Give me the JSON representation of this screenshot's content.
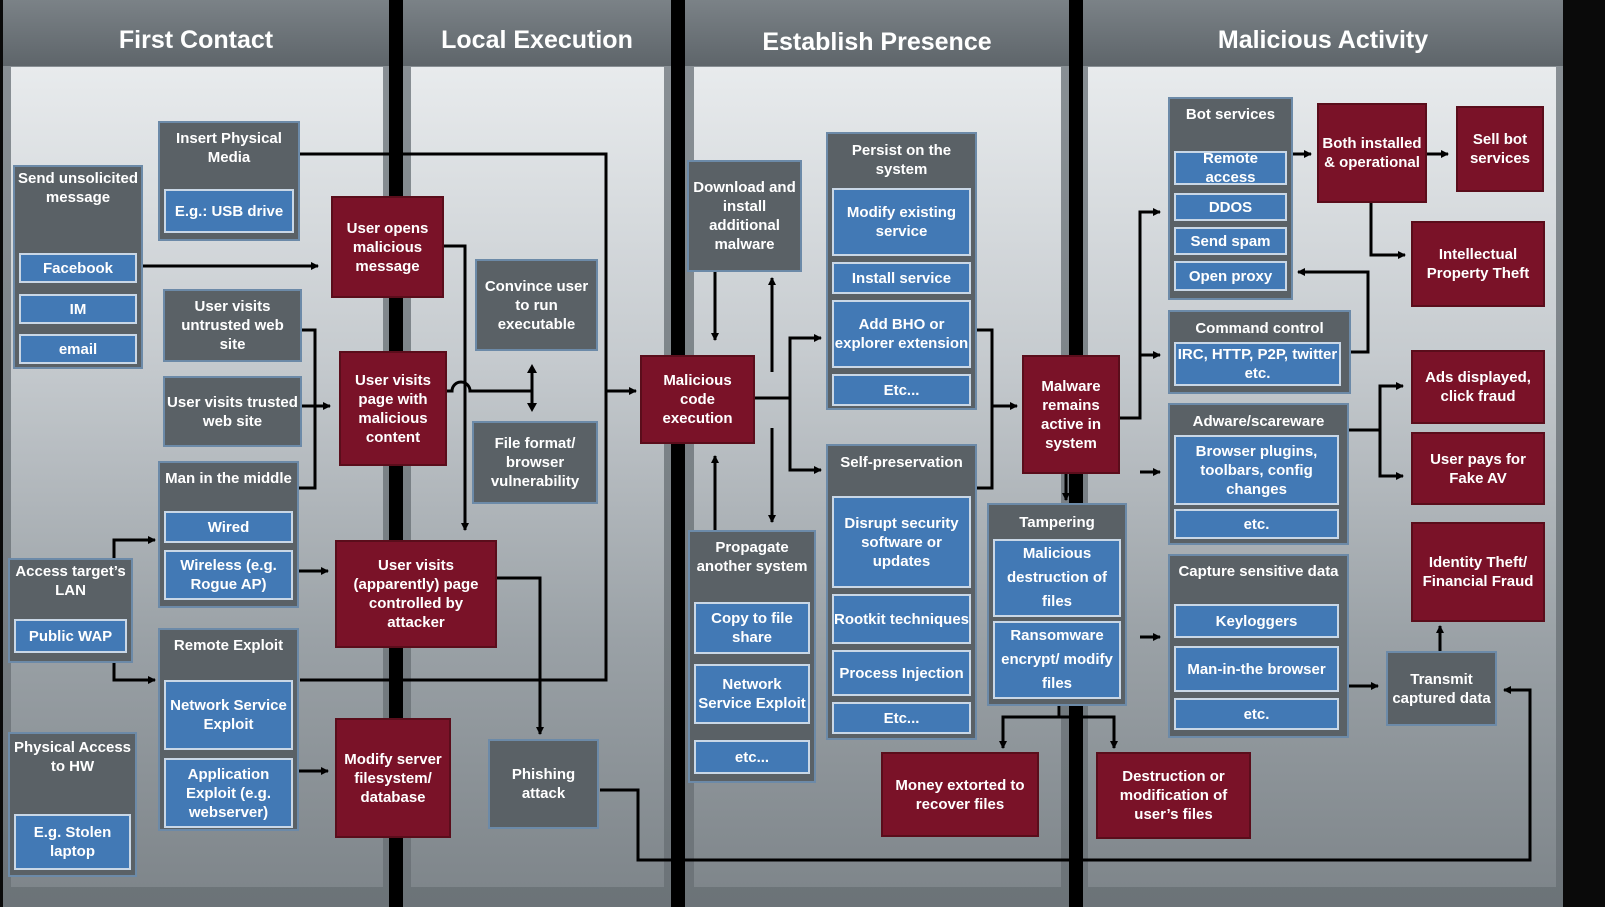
{
  "columns": {
    "first_contact": "First Contact",
    "local_execution": "Local Execution",
    "establish_presence": "Establish Presence",
    "malicious_activity": "Malicious Activity"
  },
  "first_contact": {
    "send_unsolicited": "Send unsolicited message",
    "facebook": "Facebook",
    "im": "IM",
    "email": "email",
    "insert_media": "Insert Physical Media",
    "usb": "E.g.: USB drive",
    "untrusted": "User visits untrusted web site",
    "trusted": "User visits trusted web site",
    "mitm": "Man in the middle",
    "wired": "Wired",
    "wireless": "Wireless (e.g. Rogue AP)",
    "access_lan": "Access target’s LAN",
    "public_wap": "Public WAP",
    "remote_exploit": "Remote Exploit",
    "network_service_exploit": "Network Service Exploit",
    "app_exploit": "Application Exploit (e.g. webserver)",
    "physical_access": "Physical Access to HW",
    "stolen_laptop": "E.g. Stolen laptop"
  },
  "local_execution": {
    "opens_message": "User opens malicious message",
    "visits_page": "User visits page with malicious content",
    "visits_controlled": "User visits (apparently) page controlled by attacker",
    "modify_server": "Modify server filesystem/ database",
    "convince_user": "Convince user to run executable",
    "file_format": "File format/ browser vulnerability",
    "phishing": "Phishing attack"
  },
  "establish_presence": {
    "malicious_code": "Malicious code execution",
    "download_install": "Download and install additional malware",
    "propagate": "Propagate another system",
    "copy_share": "Copy to file share",
    "network_service_exploit": "Network Service Exploit",
    "etc": "etc...",
    "persist": "Persist on the system",
    "modify_service": "Modify existing service",
    "install_service": "Install service",
    "add_bho": "Add BHO or explorer extension",
    "persist_etc": "Etc...",
    "self_preservation": "Self-preservation",
    "disrupt": "Disrupt security software or updates",
    "rootkit": "Rootkit techniques",
    "process_injection": "Process Injection",
    "self_etc": "Etc..."
  },
  "malicious_activity": {
    "remains_active": "Malware remains active in system",
    "tampering": "Tampering",
    "malicious_destruction": "Malicious destruction of files",
    "ransomware": "Ransomware encrypt/ modify files",
    "money_extorted": "Money extorted to recover files",
    "destruction_mod": "Destruction or modification of user’s files",
    "bot_services": "Bot services",
    "remote_access": "Remote access",
    "ddos": "DDOS",
    "send_spam": "Send spam",
    "open_proxy": "Open proxy",
    "both_installed": "Both installed & operational",
    "sell_bot": "Sell bot services",
    "ip_theft": "Intellectual Property Theft",
    "command_control": "Command control",
    "irc": "IRC, HTTP, P2P, twitter etc.",
    "adware": "Adware/scareware",
    "browser_plugins": "Browser plugins, toolbars, config changes",
    "adware_etc": "etc.",
    "ads_displayed": "Ads displayed, click fraud",
    "user_pays": "User pays for Fake AV",
    "capture": "Capture sensitive data",
    "keyloggers": "Keyloggers",
    "mitb": "Man-in-the browser",
    "capture_etc": "etc.",
    "identity_theft": "Identity Theft/ Financial Fraud",
    "transmit": "Transmit captured data"
  },
  "colors": {
    "red": "#7a1228",
    "gray": "#5a6166",
    "blue": "#4279b5"
  }
}
